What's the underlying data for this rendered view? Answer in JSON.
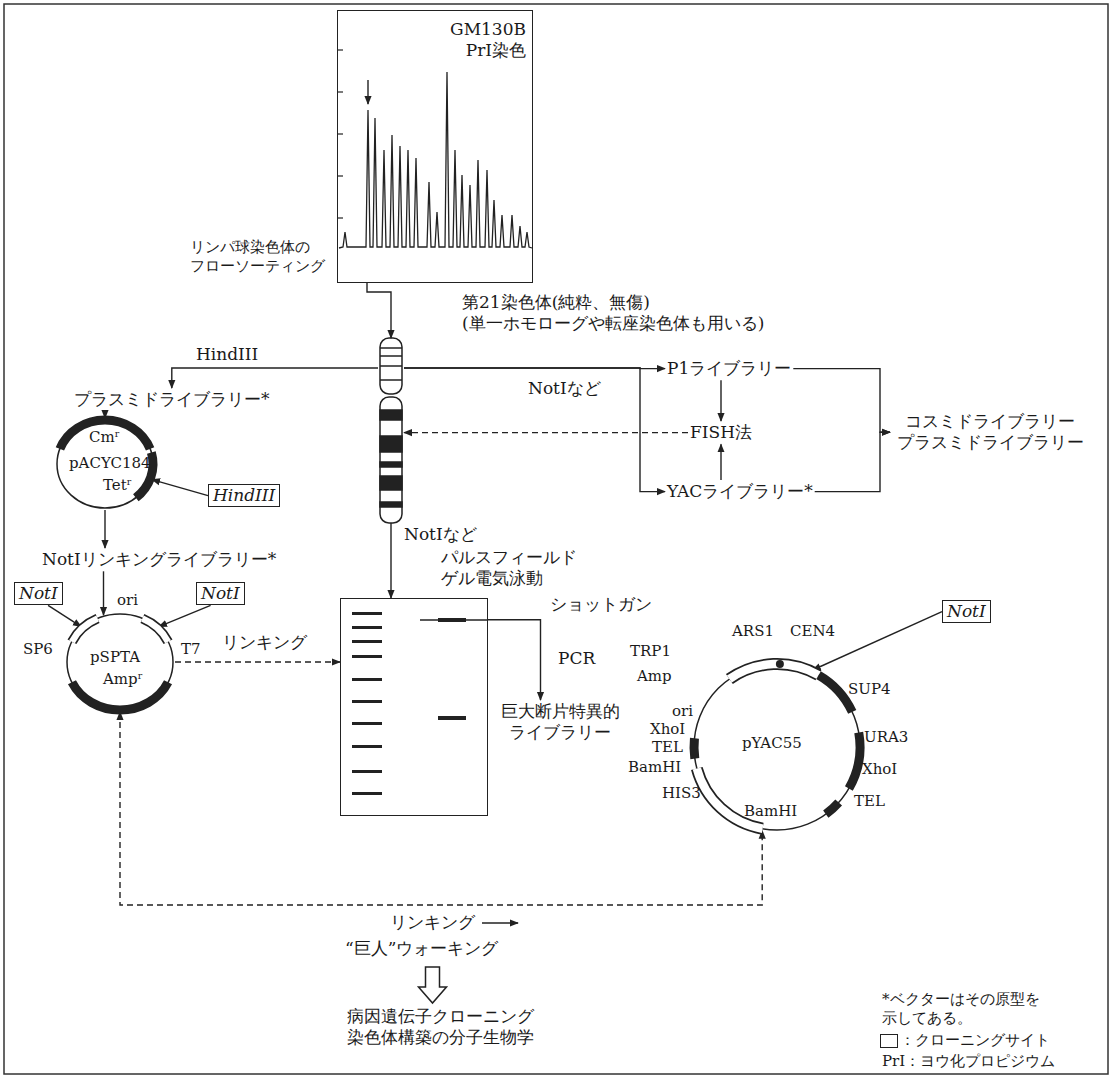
{
  "diagram": {
    "nodes": [
      {
        "text": [
          "GM130B PrI染色"
        ]
      },
      {
        "text": [
          "第21染色体(純粋、無傷) (単一ホモローグや転座染色体も用いる)"
        ]
      },
      {
        "text": [
          "プラスミドライブラリー*"
        ]
      },
      {
        "text": [
          "Cmʳ",
          "pACYC184",
          "Tetʳ"
        ]
      },
      {
        "text": [
          "HindIII"
        ]
      },
      {
        "text": [
          "NotIリンキングライブラリー*"
        ]
      },
      {
        "text": [
          "ori",
          "SP6",
          "pSPTA",
          "T7",
          "Ampʳ"
        ]
      },
      {
        "text": [
          "NotI"
        ]
      },
      {
        "text": [
          "NotI"
        ]
      },
      {
        "text": [
          "パルスフィールド ゲル電気泳動"
        ]
      },
      {
        "text": [
          "巨大断片特異的 ライブラリー"
        ]
      },
      {
        "text": [
          "P1ライブラリー"
        ]
      },
      {
        "text": [
          "FISH法"
        ]
      },
      {
        "text": [
          "YACライブラリー*"
        ]
      },
      {
        "text": [
          "コスミドライブラリー プラスミドライブラリー"
        ]
      },
      {
        "text": [
          "ARS1",
          "CEN4",
          "TRP1",
          "Amp",
          "ori",
          "pYAC55",
          "XhoI",
          "SUP4",
          "TEL",
          "URA3",
          "BamHI",
          "HIS3",
          "XhoI",
          "BamHI",
          "TEL"
        ]
      },
      {
        "text": [
          "NotI"
        ]
      },
      {
        "text": [
          "リンキング",
          "“巨人”ウォーキング"
        ]
      },
      {
        "text": [
          "病因遺伝子クローニング 染色体構築の分子生物学"
        ]
      }
    ],
    "edges": [
      {
        "from": 0,
        "to": 1,
        "arrow": "to"
      },
      {
        "from": 1,
        "to": 2,
        "label": "HindIII",
        "arrow": "to"
      },
      {
        "from": 2,
        "to": 3,
        "arrow": "to"
      },
      {
        "from": 4,
        "to": 3,
        "arrow": "to"
      },
      {
        "from": 3,
        "to": 5,
        "arrow": "to"
      },
      {
        "from": 5,
        "to": 6,
        "arrow": "to"
      },
      {
        "from": 7,
        "to": 6,
        "arrow": "to"
      },
      {
        "from": 8,
        "to": 6,
        "arrow": "to"
      },
      {
        "from": 6,
        "to": 9,
        "label": "リンキング",
        "arrow": "to"
      },
      {
        "from": 1,
        "to": 9,
        "label": "NotIなど",
        "arrow": "to"
      },
      {
        "from": 9,
        "to": 10,
        "label": "ショットガン",
        "arrow": "to"
      },
      {
        "from": 1,
        "to": 11,
        "label": "NotIなど",
        "arrow": "to"
      },
      {
        "from": 1,
        "to": 13,
        "arrow": "to"
      },
      {
        "from": 11,
        "to": 12,
        "arrow": "to"
      },
      {
        "from": 13,
        "to": 12,
        "arrow": "to"
      },
      {
        "from": 12,
        "to": 1,
        "arrow": "to"
      },
      {
        "from": 11,
        "to": 14,
        "arrow": "to"
      },
      {
        "from": 13,
        "to": 14,
        "arrow": "to"
      },
      {
        "from": 16,
        "to": 15,
        "arrow": "to"
      },
      {
        "from": 6,
        "to": 15,
        "arrow": "both"
      },
      {
        "from": 17,
        "to": 18,
        "arrow": "to"
      }
    ],
    "labels": [
      "リンパ球染色体の フローソーティング",
      "PCR",
      "*ベクターはその原型を 示してある。",
      "PrI：ヨウ化プロピジウム"
    ],
    "legend": [
      {
        "text": "：クローニングサイト"
      }
    ]
  }
}
